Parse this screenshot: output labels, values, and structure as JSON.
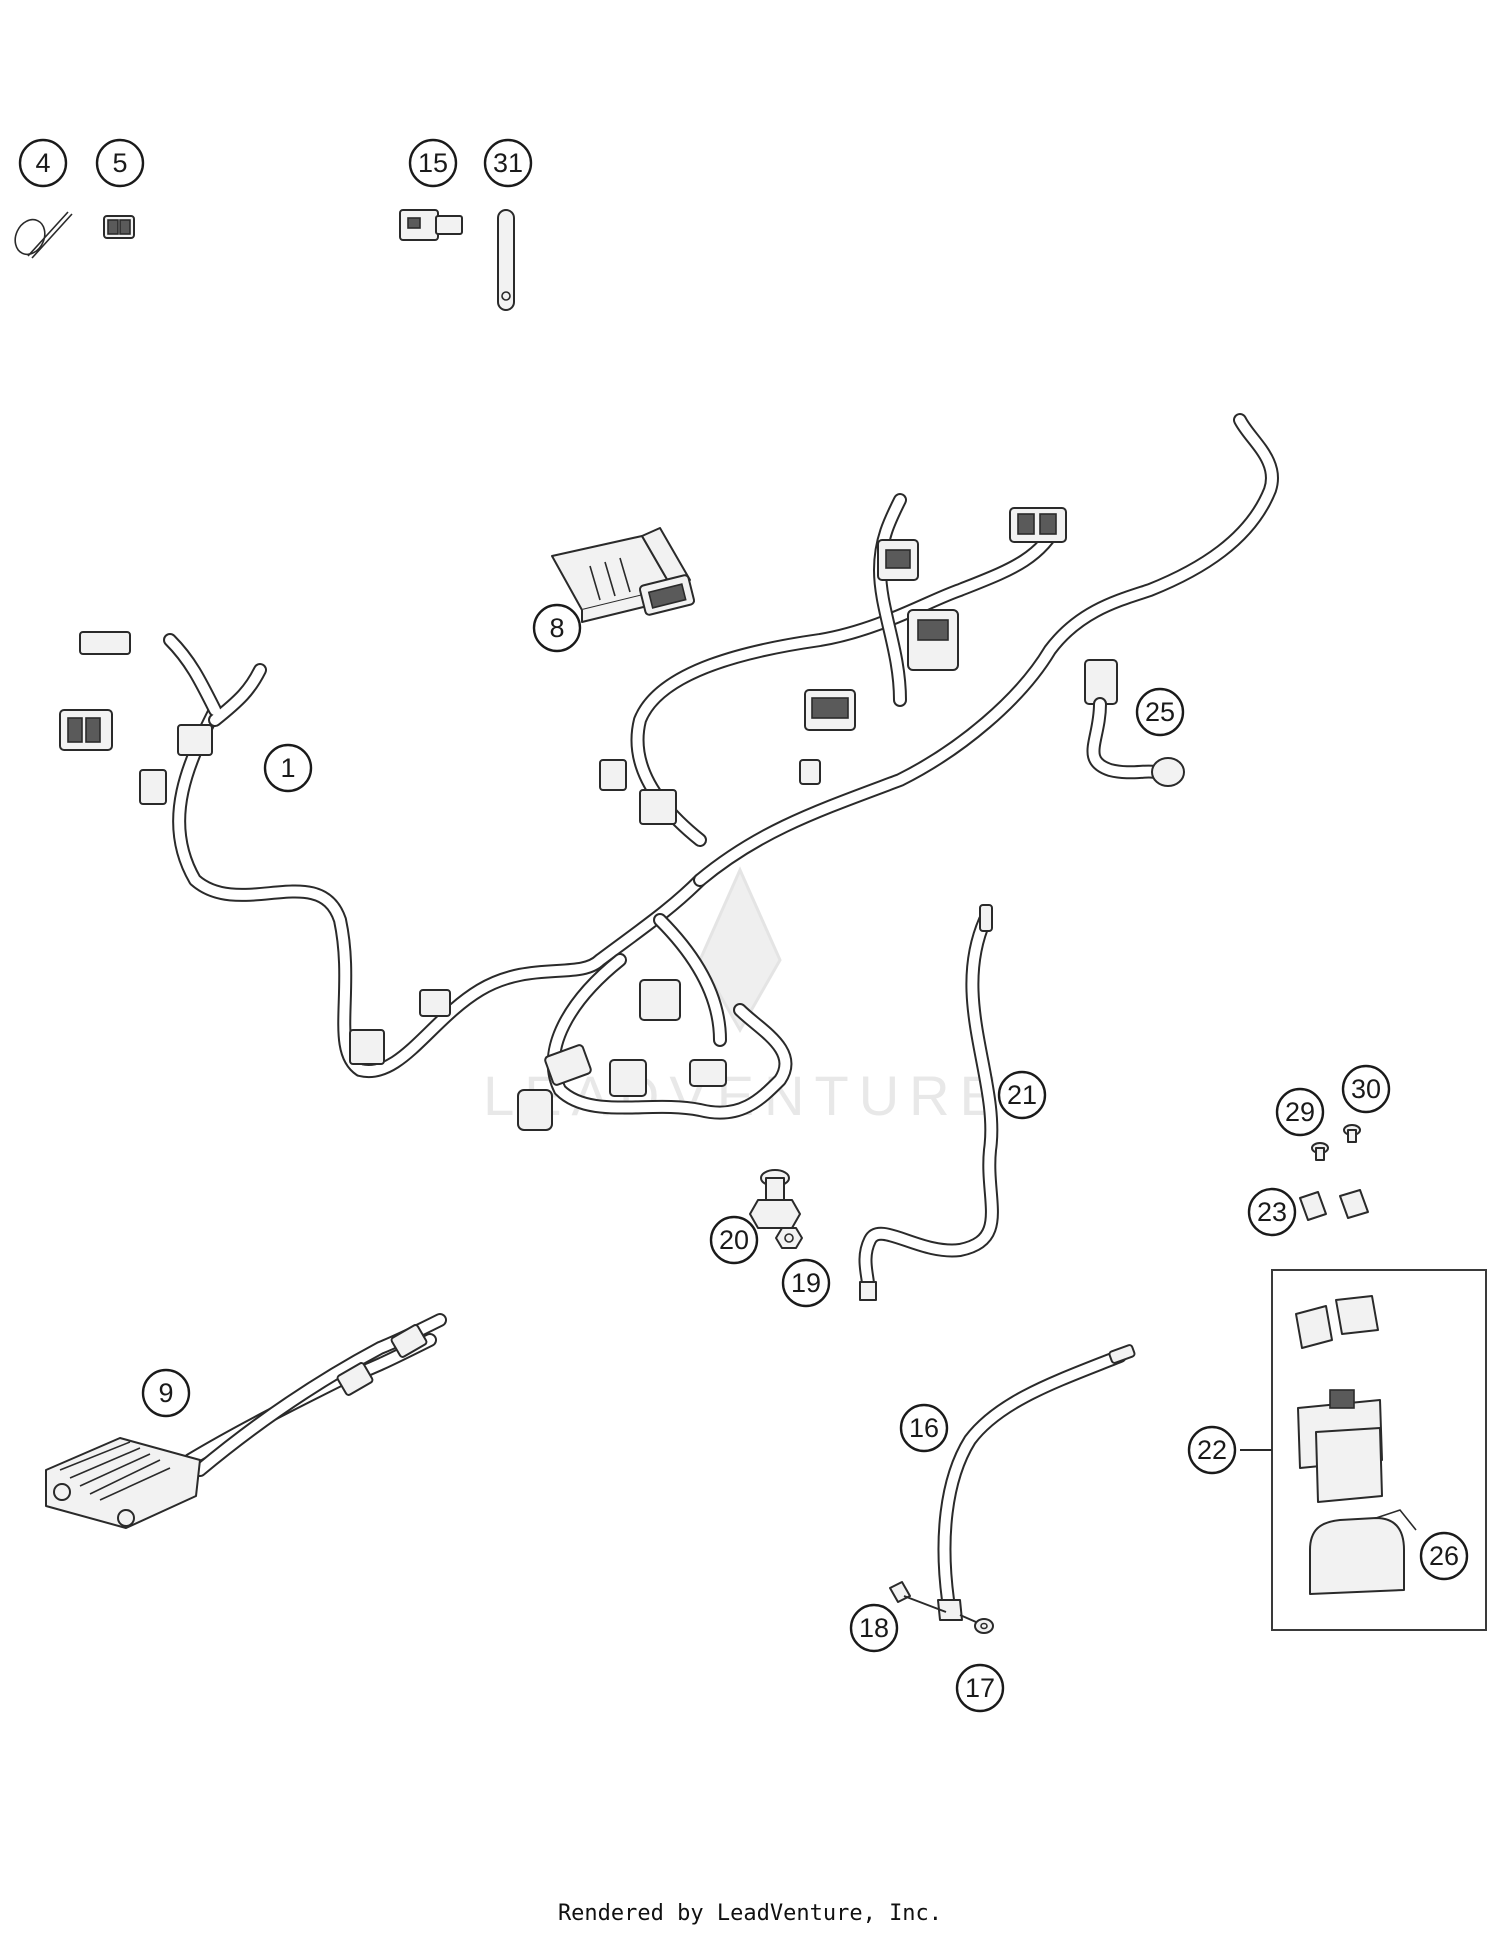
{
  "watermark": "LEADVENTURE",
  "footer": "Rendered by LeadVenture, Inc.",
  "callouts": [
    {
      "id": "callout-4",
      "label": "4"
    },
    {
      "id": "callout-5",
      "label": "5"
    },
    {
      "id": "callout-15",
      "label": "15"
    },
    {
      "id": "callout-31",
      "label": "31"
    },
    {
      "id": "callout-8",
      "label": "8"
    },
    {
      "id": "callout-1",
      "label": "1"
    },
    {
      "id": "callout-25",
      "label": "25"
    },
    {
      "id": "callout-21",
      "label": "21"
    },
    {
      "id": "callout-30",
      "label": "30"
    },
    {
      "id": "callout-29",
      "label": "29"
    },
    {
      "id": "callout-23",
      "label": "23"
    },
    {
      "id": "callout-20",
      "label": "20"
    },
    {
      "id": "callout-19",
      "label": "19"
    },
    {
      "id": "callout-9",
      "label": "9"
    },
    {
      "id": "callout-16",
      "label": "16"
    },
    {
      "id": "callout-22",
      "label": "22"
    },
    {
      "id": "callout-26",
      "label": "26"
    },
    {
      "id": "callout-18",
      "label": "18"
    },
    {
      "id": "callout-17",
      "label": "17"
    }
  ]
}
